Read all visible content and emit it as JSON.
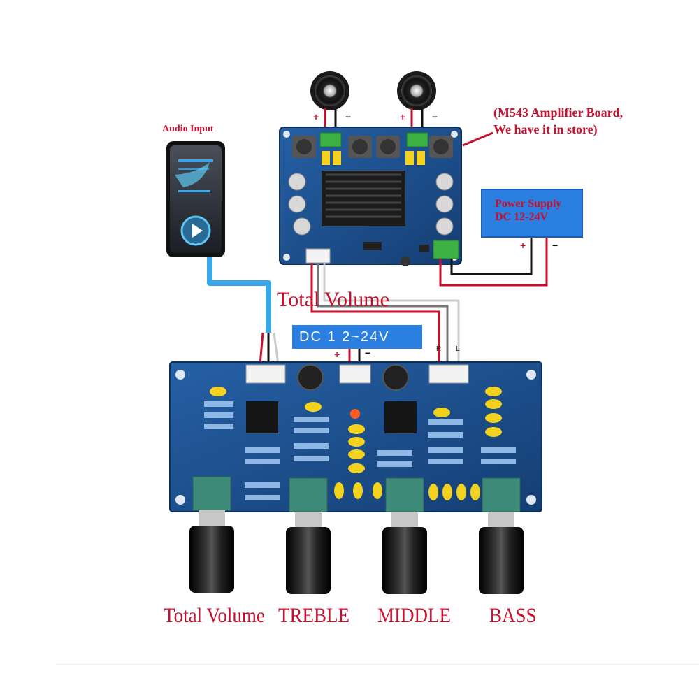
{
  "labels": {
    "audio_input": "Audio Input",
    "amp_callout_line1": "(M543 Amplifier Board,",
    "amp_callout_line2": "We have it in store)",
    "power_supply_line1": "Power Supply",
    "power_supply_line2": "DC 12-24V",
    "total_volume_mid": "Total Volume",
    "dc_input": "DC 1 2~24V",
    "knob_total_volume": "Total Volume",
    "knob_treble": "TREBLE",
    "knob_middle": "MIDDLE",
    "knob_bass": "BASS"
  },
  "markings": {
    "plus": "+",
    "minus": "−",
    "r": "R",
    "l": "L"
  },
  "colors": {
    "pcb_blue": "#1d4f8c",
    "accent_red": "#c8102e",
    "label_blue": "#2a7fe0",
    "wire_blue": "#3aa8e8",
    "heatsink": "#222222",
    "terminal_green": "#3cb043",
    "knob_black": "#111111",
    "pot_green": "#3d8a78"
  }
}
